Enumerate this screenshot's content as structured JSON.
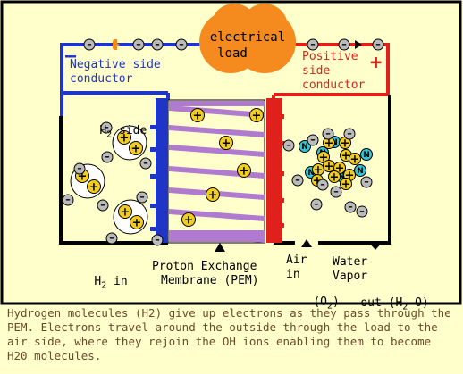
{
  "colors": {
    "background": "#ffffcc",
    "negative": "#1f35c8",
    "positive": "#e0201b",
    "load": "#f58a1f",
    "electron": "#bbbbbb",
    "proton": "#f2cc1f",
    "ion": "#33c4d6",
    "pem": "#b07ad0",
    "caption": "#6b4a2a"
  },
  "load": {
    "line1": "electrical",
    "line2": "load"
  },
  "negative_conductor": {
    "sign": "–",
    "line1": "Negative side",
    "line2": "conductor"
  },
  "positive_conductor": {
    "sign": "+",
    "line1": "Positive",
    "line2": "side",
    "line3": "conductor"
  },
  "h2_side": {
    "main": "H",
    "sub": "2",
    "rest": " side"
  },
  "labels": {
    "h2_in_main": "H",
    "h2_in_sub": "2",
    "h2_in_rest": " in",
    "pem_line1": "Proton Exchange",
    "pem_line2": "Membrane (PEM)",
    "air_line1": "Air",
    "air_line2": "in",
    "air_line3_main": "(O",
    "air_line3_sub": "2",
    "air_line3_rest": ")",
    "water_line1": "Water",
    "water_line2": "Vapor",
    "water_line3_main": "out (H",
    "water_line3_sub": "2",
    "water_line3_rest": " O)"
  },
  "symbols": {
    "electron": "–",
    "proton": "+",
    "ion": "N",
    "ion_plus": "+"
  },
  "caption": "Hydrogen molecules (H2) give up electrons as they pass through the PEM.  Electrons travel around the outside through the load to the air side, where they rejoin the OH ions enabling them to become H20 molecules."
}
